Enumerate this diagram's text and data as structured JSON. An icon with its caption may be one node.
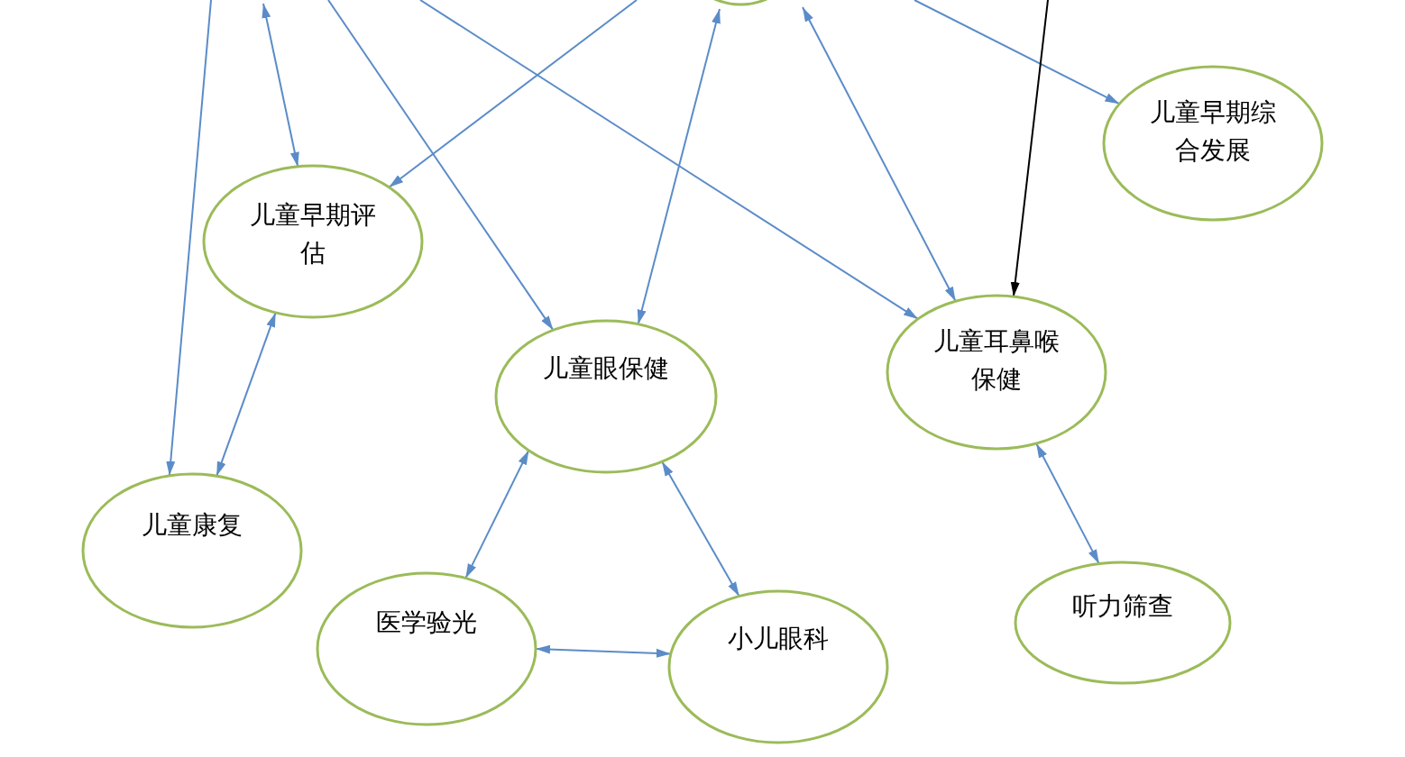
{
  "diagram": {
    "nodes": [
      {
        "text": [],
        "shape": "circle"
      },
      {
        "text": [
          "儿童早期评估"
        ]
      },
      {
        "text": [
          "儿童早期综合发展"
        ]
      },
      {
        "text": [
          "儿童眼保健"
        ]
      },
      {
        "text": [
          "儿童耳鼻喉保健"
        ]
      },
      {
        "text": [
          "儿童康复"
        ]
      },
      {
        "text": [
          "医学验光"
        ]
      },
      {
        "text": [
          "小儿眼科"
        ]
      },
      {
        "text": [
          "听力筛查"
        ]
      }
    ],
    "edges": [
      {
        "from": null,
        "to": 5,
        "arrow": "to"
      },
      {
        "from": null,
        "to": 1,
        "arrow": "both"
      },
      {
        "from": null,
        "to": 3,
        "arrow": "to"
      },
      {
        "from": null,
        "to": 4,
        "arrow": "to"
      },
      {
        "from": null,
        "to": 1,
        "arrow": "to"
      },
      {
        "from": 3,
        "to": 0,
        "arrow": "both"
      },
      {
        "from": 4,
        "to": 0,
        "arrow": "both"
      },
      {
        "from": null,
        "to": 2,
        "arrow": "to"
      },
      {
        "from": null,
        "to": 4,
        "arrow": "to",
        "color": "#000000"
      },
      {
        "from": 1,
        "to": 5,
        "arrow": "both"
      },
      {
        "from": 3,
        "to": 6,
        "arrow": "both"
      },
      {
        "from": 3,
        "to": 7,
        "arrow": "both"
      },
      {
        "from": 6,
        "to": 7,
        "arrow": "both"
      },
      {
        "from": 4,
        "to": 8,
        "arrow": "both"
      }
    ]
  }
}
